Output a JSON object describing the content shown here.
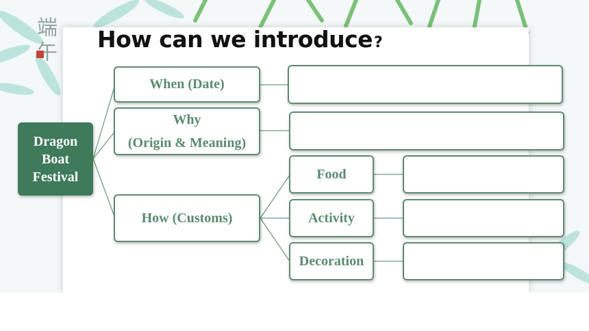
{
  "title": {
    "text": "How can we introduce",
    "punct": "?"
  },
  "corner_mark": "端午",
  "diagram": {
    "root": {
      "line1": "Dragon",
      "line2": "Boat",
      "line3": "Festival"
    },
    "branches": {
      "when": "When (Date)",
      "why_line1": "Why",
      "why_line2": "(Origin & Meaning)",
      "how": "How (Customs)"
    },
    "customs": {
      "food": "Food",
      "activity": "Activity",
      "decoration": "Decoration"
    }
  },
  "colors": {
    "accent": "#3f7a5a",
    "node_text": "#5a8b6e",
    "node_border": "#5f8a70",
    "seal": "#c4433a"
  }
}
